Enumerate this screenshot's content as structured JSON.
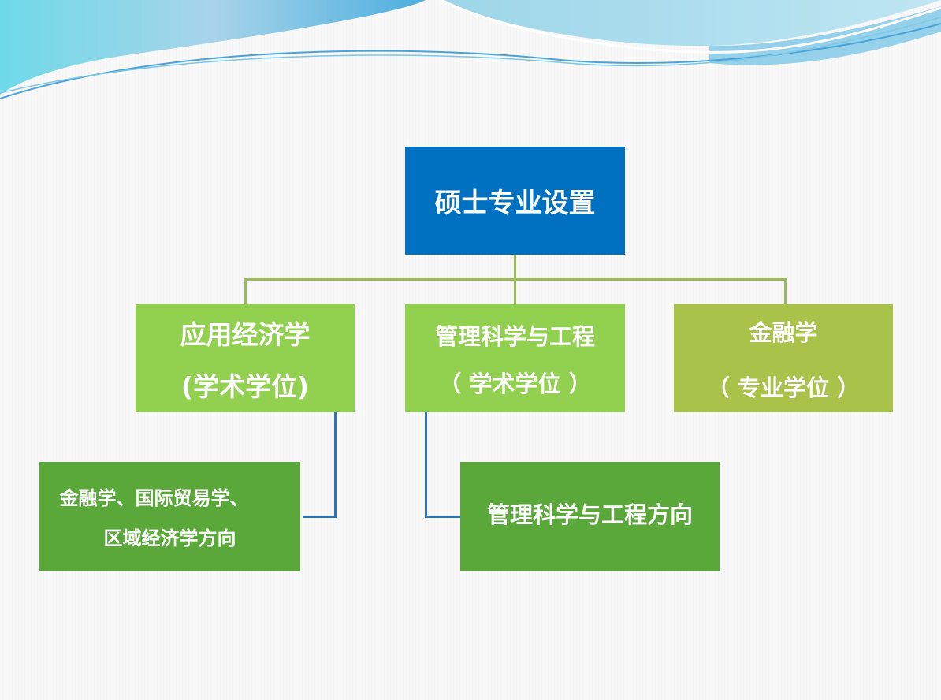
{
  "colors": {
    "root": "#0070c0",
    "academic": "#92d050",
    "professional": "#a9c34a",
    "direction": "#5aa83a",
    "connector": "#9bbb59",
    "sub_connector": "#2e75b6"
  },
  "root": {
    "label": "硕士专业设置"
  },
  "majors": [
    {
      "name": "应用经济学",
      "degree": "(学术学位)"
    },
    {
      "name": "管理科学与工程",
      "degree": "（ 学术学位 ）"
    },
    {
      "name": "金融学",
      "degree": "（ 专业学位 ）"
    }
  ],
  "directions": [
    {
      "line1": "金融学、国际贸易学、",
      "line2": "区域经济学方向"
    },
    {
      "line1": "管理科学与工程方向"
    }
  ]
}
